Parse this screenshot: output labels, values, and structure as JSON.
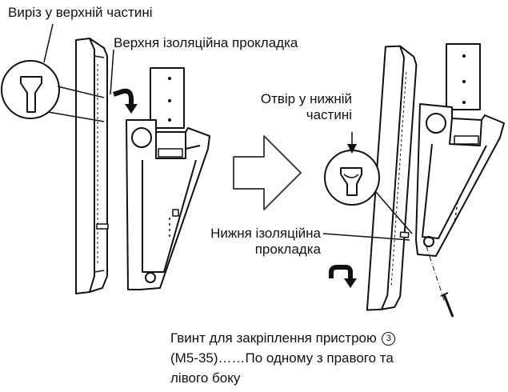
{
  "labels": {
    "top_notch": "Виріз у верхній частині",
    "top_pad": "Верхня ізоляційна прокладка",
    "bottom_hole_line1": "Отвір у нижній",
    "bottom_hole_line2": "частині",
    "bottom_pad_line1": "Нижня ізоляційна",
    "bottom_pad_line2": "прокладка",
    "screw_line1": "Гвинт для закріплення пристрою",
    "screw_marker": "3",
    "screw_line2": "(M5-35)……По одному з правого та",
    "screw_line3": "лівого боку"
  },
  "icons": {
    "direction_arrow": "hollow-right-arrow",
    "hook_arrows": "bent-arrow-icon"
  }
}
